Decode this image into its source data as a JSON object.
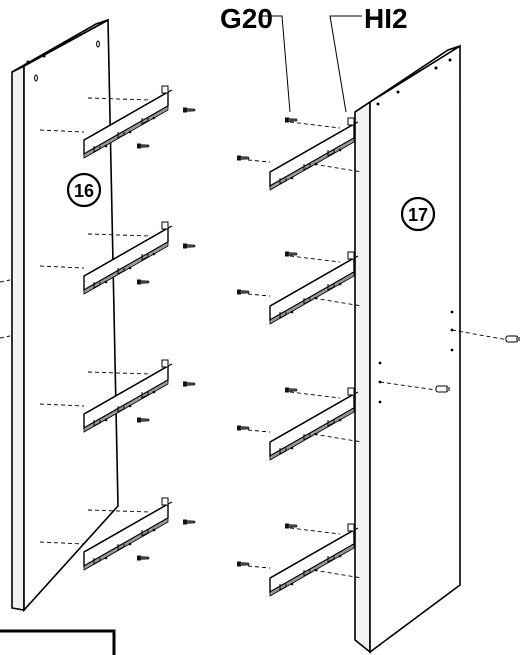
{
  "callouts": {
    "screw_code": "G20",
    "bracket_code": "HI2"
  },
  "panels": {
    "left_number": "16",
    "right_number": "17"
  }
}
